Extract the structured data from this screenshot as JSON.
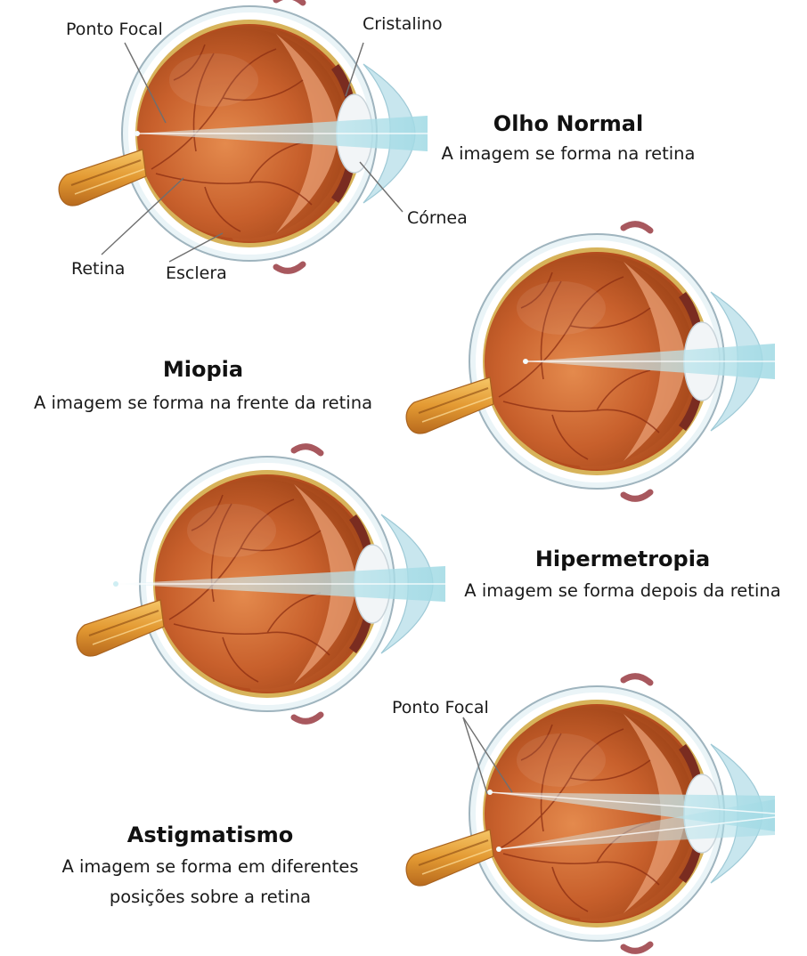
{
  "labels": {
    "ponto_focal_top": "Ponto  Focal",
    "cristalino": "Cristalino",
    "cornea": "Córnea",
    "retina": "Retina",
    "esclera": "Esclera",
    "ponto_focal_bottom": "Ponto  Focal"
  },
  "sections": {
    "normal": {
      "title": "Olho Normal",
      "desc": "A imagem se forma na retina"
    },
    "miopia": {
      "title": "Miopia",
      "desc": "A imagem se forma na frente da retina"
    },
    "hipermetropia": {
      "title": "Hipermetropia",
      "desc": "A imagem se forma depois da retina"
    },
    "astigmatismo": {
      "title": "Astigmatismo",
      "desc_line1": "A imagem se forma em diferentes",
      "desc_line2": "posições sobre a retina"
    }
  },
  "colors": {
    "eye_fill": "#c8602c",
    "eye_dark": "#a84818",
    "eye_light": "#eb9a5f",
    "sclera": "#ffffff",
    "sclera_edge": "#b9c7cf",
    "sclera_bluish": "#d7ecf1",
    "cornea": "#cfeaf2",
    "lens": "#eef3f6",
    "light_beam": "#a9dde6",
    "nerve": "#e9a23c",
    "muscle": "#a8585e"
  }
}
